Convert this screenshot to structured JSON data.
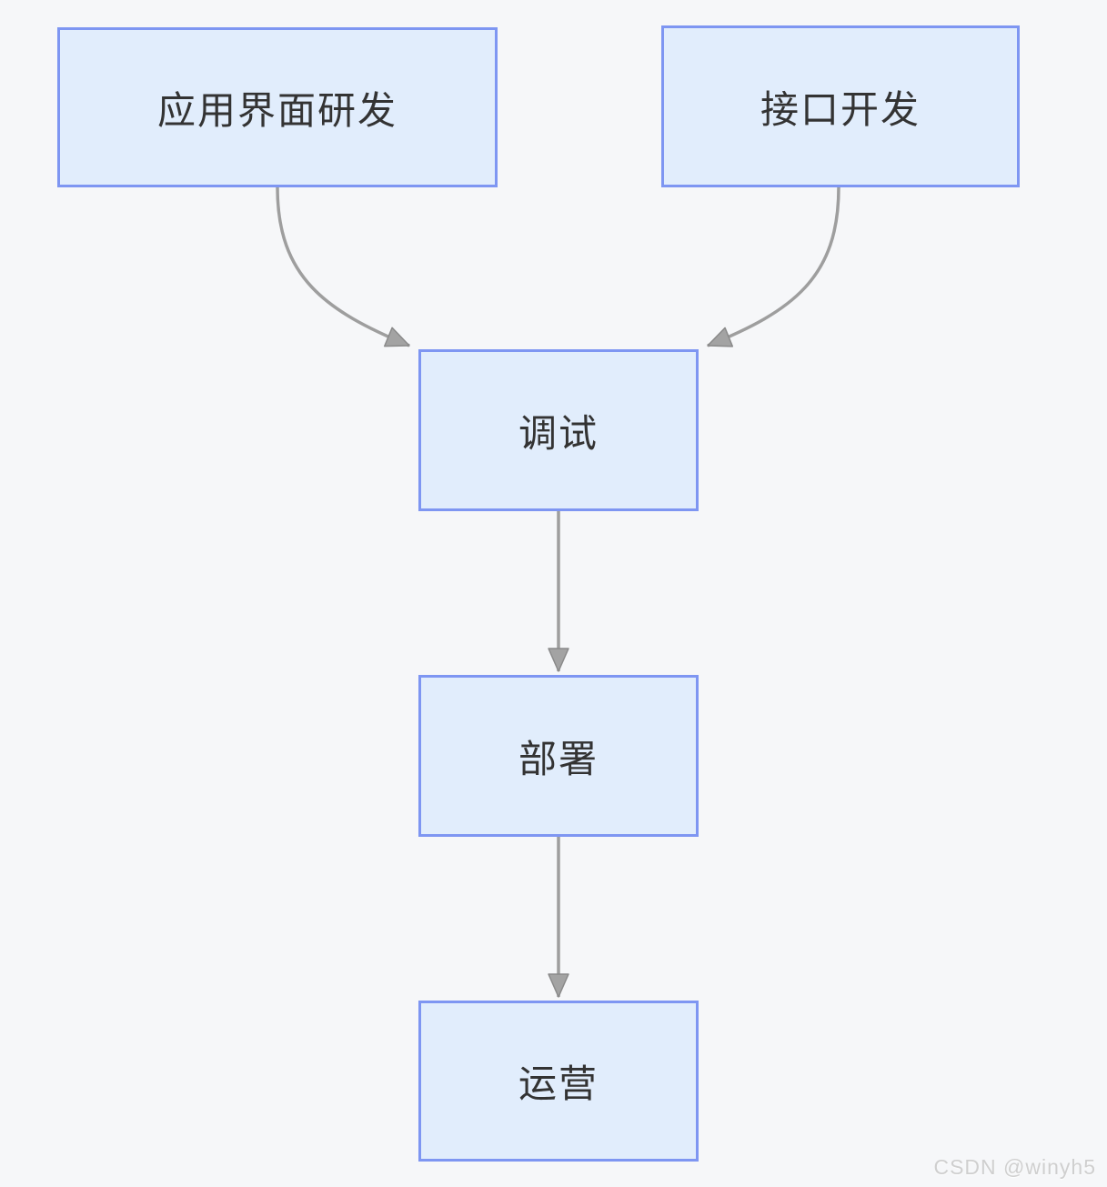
{
  "diagram": {
    "title": "development workflow flowchart",
    "colors": {
      "background": "#f6f7f9",
      "node_fill": "#e1edfc",
      "node_border": "#7e96f2",
      "edge_stroke": "#9e9e9e",
      "arrowhead_fill": "#a3a3a3",
      "arrowhead_stroke": "#8a8a8a",
      "text": "#333333"
    },
    "nodes": [
      {
        "id": "ui-dev",
        "label": "应用界面研发"
      },
      {
        "id": "api-dev",
        "label": "接口开发"
      },
      {
        "id": "debug",
        "label": "调试"
      },
      {
        "id": "deploy",
        "label": "部署"
      },
      {
        "id": "operate",
        "label": "运营"
      }
    ],
    "edges": [
      {
        "from": "ui-dev",
        "to": "debug"
      },
      {
        "from": "api-dev",
        "to": "debug"
      },
      {
        "from": "debug",
        "to": "deploy"
      },
      {
        "from": "deploy",
        "to": "operate"
      }
    ]
  },
  "watermark": {
    "text": "CSDN @winyh5"
  }
}
